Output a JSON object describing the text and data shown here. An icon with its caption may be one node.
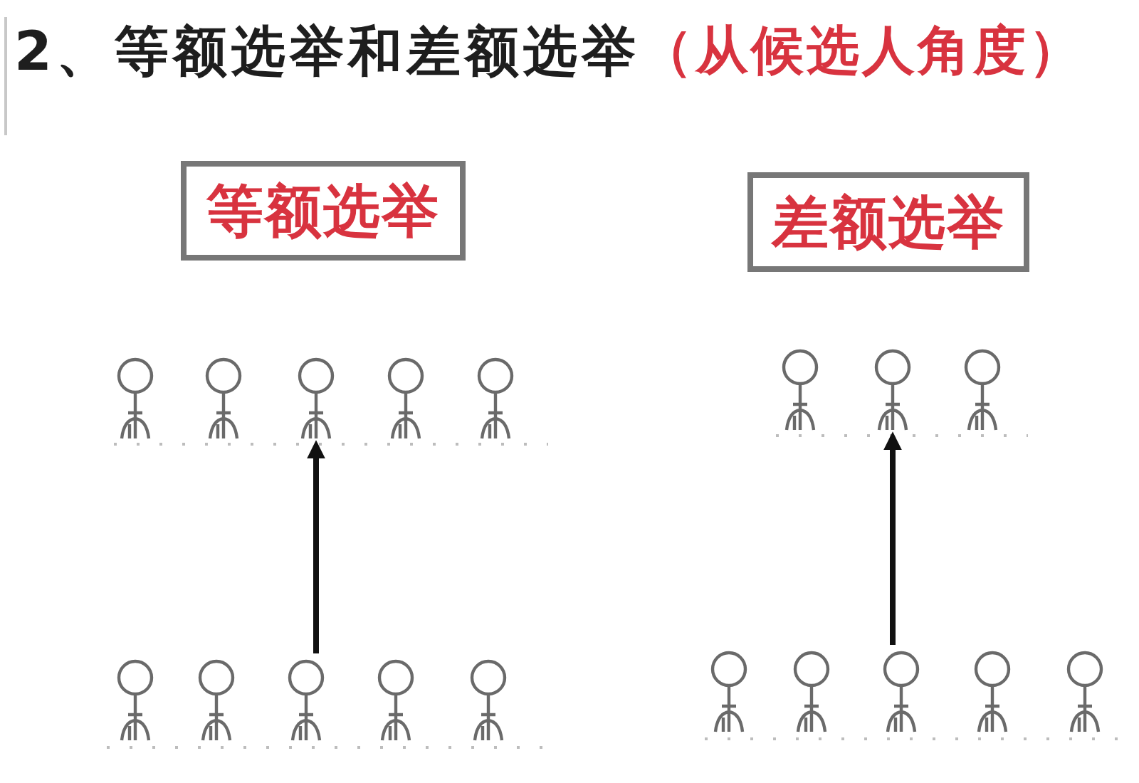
{
  "diagram": {
    "title": "2、等额选举和差额选举",
    "nodes": [
      {
        "text": [
          "等额选举"
        ]
      },
      {
        "text": [
          "差额选举"
        ]
      },
      {
        "text": [],
        "shape": "person"
      },
      {
        "text": [],
        "shape": "person"
      },
      {
        "text": [],
        "shape": "person"
      },
      {
        "text": [],
        "shape": "person"
      },
      {
        "text": [],
        "shape": "person"
      },
      {
        "text": [],
        "shape": "person"
      },
      {
        "text": [],
        "shape": "person"
      },
      {
        "text": [],
        "shape": "person"
      },
      {
        "text": [],
        "shape": "person"
      },
      {
        "text": [],
        "shape": "person"
      },
      {
        "text": [],
        "shape": "person"
      },
      {
        "text": [],
        "shape": "person"
      },
      {
        "text": [],
        "shape": "person"
      },
      {
        "text": [],
        "shape": "person"
      },
      {
        "text": [],
        "shape": "person"
      },
      {
        "text": [],
        "shape": "person"
      },
      {
        "text": [],
        "shape": "person"
      },
      {
        "text": [],
        "shape": "person"
      }
    ],
    "edges": [
      {
        "from": 12,
        "to": 4,
        "arrow": "to"
      },
      {
        "from": 17,
        "to": 8,
        "arrow": "to"
      }
    ],
    "labels": [
      "（从候选人角度）"
    ]
  }
}
